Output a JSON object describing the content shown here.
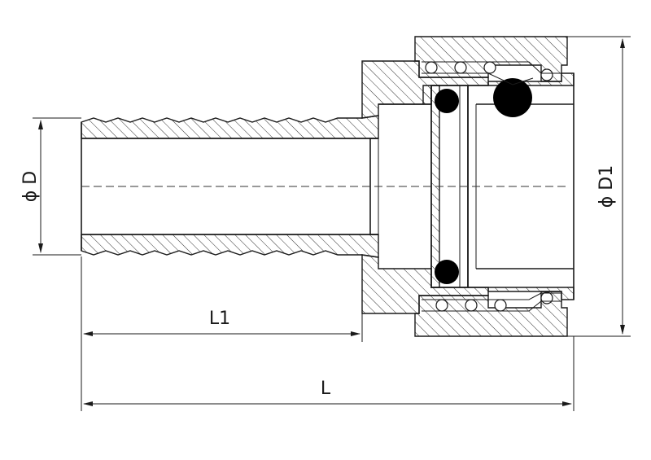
{
  "dimensions": {
    "d_label": "ϕ D",
    "d1_label": "ϕ D1",
    "l1_label": "L1",
    "l_label": "L"
  }
}
